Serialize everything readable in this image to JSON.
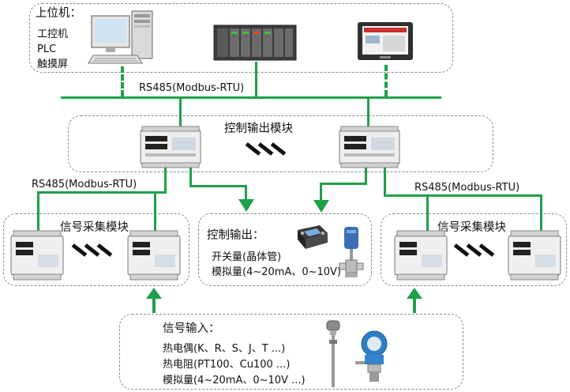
{
  "host": {
    "title": "上位机：",
    "items": [
      "工控机",
      "PLC",
      "触摸屏"
    ]
  },
  "bus_labels": {
    "top": "RS485(Modbus-RTU)",
    "left": "RS485(Modbus-RTU)",
    "right": "RS485(Modbus-RTU)"
  },
  "output_group": {
    "title": "控制输出模块"
  },
  "acq_left": {
    "title": "信号采集模块"
  },
  "acq_right": {
    "title": "信号采集模块"
  },
  "control_output": {
    "title": "控制输出：",
    "lines": [
      "开关量(晶体管)",
      "模拟量(4~20mA、0~10V)"
    ]
  },
  "signal_input": {
    "title": "信号输入：",
    "lines": [
      "热电偶(K、R、S、J、T ...)",
      "热电阻(PT100、Cu100 ...)",
      "模拟量(4~20mA、0~10V ...)"
    ]
  },
  "colors": {
    "link": "#1ea04a",
    "dash_border": "#8a8a8a",
    "ellipsis": "#111111"
  },
  "icons": [
    "computer-icon",
    "plc-rack-icon",
    "touch-panel-icon",
    "io-module-icon",
    "relay-icon",
    "valve-icon",
    "thermocouple-probe-icon",
    "pressure-transmitter-icon"
  ]
}
